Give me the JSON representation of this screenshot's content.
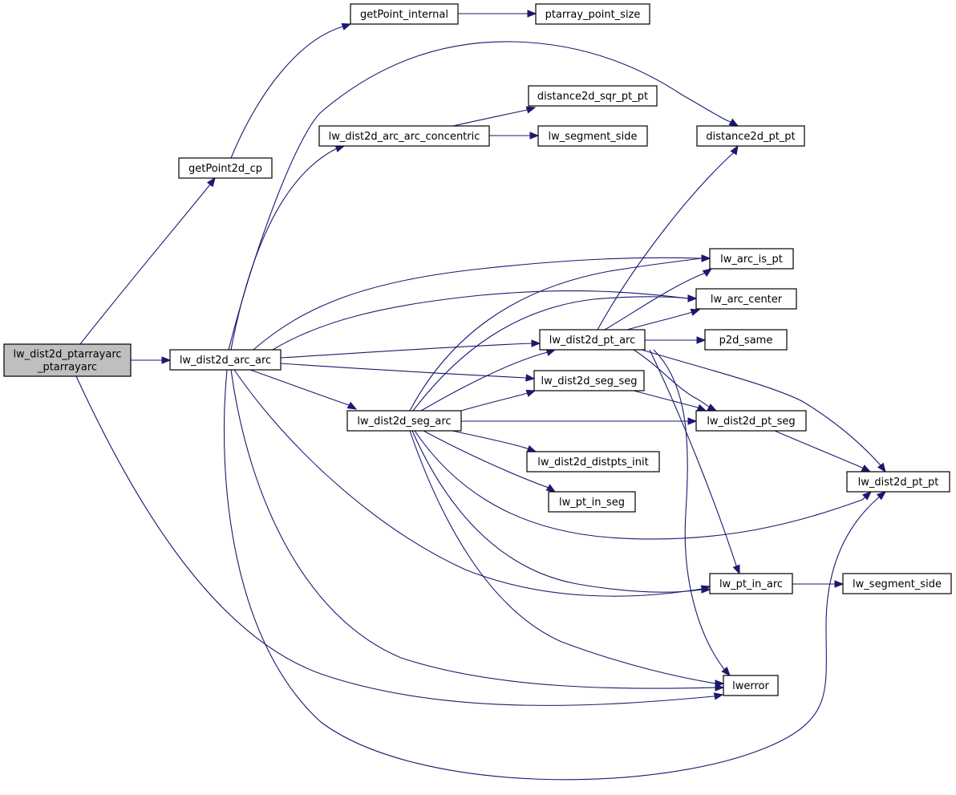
{
  "graph": {
    "type": "call-graph",
    "root": "lw_dist2d_ptarrayarc_ptarrayarc",
    "nodes": [
      {
        "id": "root",
        "label_lines": [
          "lw_dist2d_ptarrayarc",
          "_ptarrayarc"
        ],
        "highlighted": true
      },
      {
        "id": "lw_dist2d_arc_arc",
        "label_lines": [
          "lw_dist2d_arc_arc"
        ]
      },
      {
        "id": "getPoint2d_cp",
        "label_lines": [
          "getPoint2d_cp"
        ]
      },
      {
        "id": "getPoint_internal",
        "label_lines": [
          "getPoint_internal"
        ]
      },
      {
        "id": "ptarray_point_size",
        "label_lines": [
          "ptarray_point_size"
        ]
      },
      {
        "id": "distance2d_pt_pt",
        "label_lines": [
          "distance2d_pt_pt"
        ]
      },
      {
        "id": "lw_dist2d_arc_arc_concentric",
        "label_lines": [
          "lw_dist2d_arc_arc_concentric"
        ]
      },
      {
        "id": "distance2d_sqr_pt_pt",
        "label_lines": [
          "distance2d_sqr_pt_pt"
        ]
      },
      {
        "id": "lw_segment_side_top",
        "label_lines": [
          "lw_segment_side"
        ]
      },
      {
        "id": "lw_arc_is_pt",
        "label_lines": [
          "lw_arc_is_pt"
        ]
      },
      {
        "id": "lw_arc_center",
        "label_lines": [
          "lw_arc_center"
        ]
      },
      {
        "id": "lw_dist2d_pt_arc",
        "label_lines": [
          "lw_dist2d_pt_arc"
        ]
      },
      {
        "id": "p2d_same",
        "label_lines": [
          "p2d_same"
        ]
      },
      {
        "id": "lw_dist2d_seg_seg",
        "label_lines": [
          "lw_dist2d_seg_seg"
        ]
      },
      {
        "id": "lw_dist2d_seg_arc",
        "label_lines": [
          "lw_dist2d_seg_arc"
        ]
      },
      {
        "id": "lw_dist2d_pt_seg",
        "label_lines": [
          "lw_dist2d_pt_seg"
        ]
      },
      {
        "id": "lw_dist2d_distpts_init",
        "label_lines": [
          "lw_dist2d_distpts_init"
        ]
      },
      {
        "id": "lw_dist2d_pt_pt",
        "label_lines": [
          "lw_dist2d_pt_pt"
        ]
      },
      {
        "id": "lw_pt_in_seg",
        "label_lines": [
          "lw_pt_in_seg"
        ]
      },
      {
        "id": "lw_pt_in_arc",
        "label_lines": [
          "lw_pt_in_arc"
        ]
      },
      {
        "id": "lw_segment_side",
        "label_lines": [
          "lw_segment_side"
        ]
      },
      {
        "id": "lwerror",
        "label_lines": [
          "lwerror"
        ]
      }
    ],
    "edges": [
      [
        "root",
        "lw_dist2d_arc_arc"
      ],
      [
        "root",
        "getPoint2d_cp"
      ],
      [
        "root",
        "lwerror"
      ],
      [
        "getPoint2d_cp",
        "getPoint_internal"
      ],
      [
        "getPoint_internal",
        "ptarray_point_size"
      ],
      [
        "lw_dist2d_arc_arc",
        "distance2d_pt_pt"
      ],
      [
        "lw_dist2d_arc_arc",
        "lw_dist2d_arc_arc_concentric"
      ],
      [
        "lw_dist2d_arc_arc",
        "lw_arc_is_pt"
      ],
      [
        "lw_dist2d_arc_arc",
        "lw_arc_center"
      ],
      [
        "lw_dist2d_arc_arc",
        "lw_dist2d_pt_arc"
      ],
      [
        "lw_dist2d_arc_arc",
        "lw_dist2d_seg_seg"
      ],
      [
        "lw_dist2d_arc_arc",
        "lw_dist2d_seg_arc"
      ],
      [
        "lw_dist2d_arc_arc",
        "lw_pt_in_arc"
      ],
      [
        "lw_dist2d_arc_arc",
        "lwerror"
      ],
      [
        "lw_dist2d_arc_arc",
        "lw_dist2d_pt_pt"
      ],
      [
        "lw_dist2d_arc_arc_concentric",
        "distance2d_sqr_pt_pt"
      ],
      [
        "lw_dist2d_arc_arc_concentric",
        "lw_segment_side_top"
      ],
      [
        "lw_dist2d_seg_arc",
        "lw_arc_is_pt"
      ],
      [
        "lw_dist2d_seg_arc",
        "lw_arc_center"
      ],
      [
        "lw_dist2d_seg_arc",
        "lw_dist2d_pt_arc"
      ],
      [
        "lw_dist2d_seg_arc",
        "lw_dist2d_seg_seg"
      ],
      [
        "lw_dist2d_seg_arc",
        "lw_dist2d_pt_seg"
      ],
      [
        "lw_dist2d_seg_arc",
        "lw_dist2d_distpts_init"
      ],
      [
        "lw_dist2d_seg_arc",
        "lw_pt_in_seg"
      ],
      [
        "lw_dist2d_seg_arc",
        "lw_dist2d_pt_pt"
      ],
      [
        "lw_dist2d_seg_arc",
        "lw_pt_in_arc"
      ],
      [
        "lw_dist2d_seg_arc",
        "lwerror"
      ],
      [
        "lw_dist2d_pt_arc",
        "distance2d_pt_pt"
      ],
      [
        "lw_dist2d_pt_arc",
        "lw_arc_is_pt"
      ],
      [
        "lw_dist2d_pt_arc",
        "lw_arc_center"
      ],
      [
        "lw_dist2d_pt_arc",
        "p2d_same"
      ],
      [
        "lw_dist2d_pt_arc",
        "lw_dist2d_pt_seg"
      ],
      [
        "lw_dist2d_pt_arc",
        "lw_dist2d_pt_pt"
      ],
      [
        "lw_dist2d_pt_arc",
        "lw_pt_in_arc"
      ],
      [
        "lw_dist2d_pt_arc",
        "lwerror"
      ],
      [
        "lw_dist2d_seg_seg",
        "lw_dist2d_pt_seg"
      ],
      [
        "lw_dist2d_pt_seg",
        "lw_dist2d_pt_pt"
      ],
      [
        "lw_pt_in_arc",
        "lw_segment_side"
      ]
    ]
  }
}
